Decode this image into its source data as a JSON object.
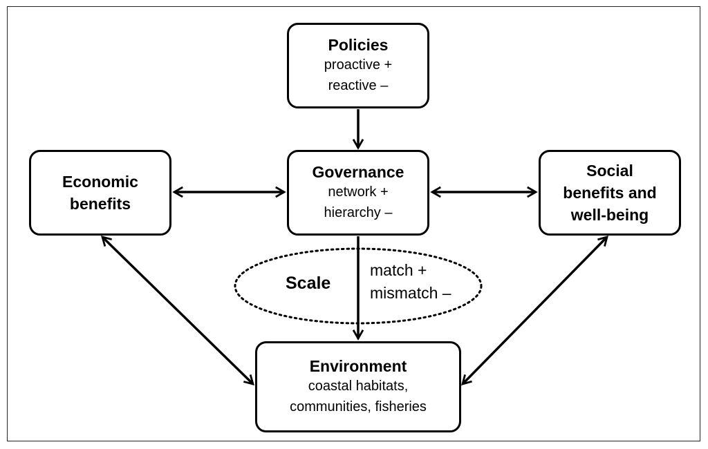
{
  "nodes": {
    "policies": {
      "title": "Policies",
      "lines": [
        "proactive +",
        "reactive  –"
      ]
    },
    "governance": {
      "title": "Governance",
      "lines": [
        "network +",
        "hierarchy  –"
      ]
    },
    "economic": {
      "title_lines": [
        "Economic",
        "benefits"
      ]
    },
    "social": {
      "title_lines": [
        "Social",
        "benefits and",
        "well-being"
      ]
    },
    "environment": {
      "title": "Environment",
      "lines": [
        "coastal habitats,",
        "communities, fisheries"
      ]
    }
  },
  "scale": {
    "label": "Scale",
    "lines": [
      "match +",
      "mismatch –"
    ]
  },
  "colors": {
    "stroke": "#000000",
    "background": "#ffffff"
  }
}
